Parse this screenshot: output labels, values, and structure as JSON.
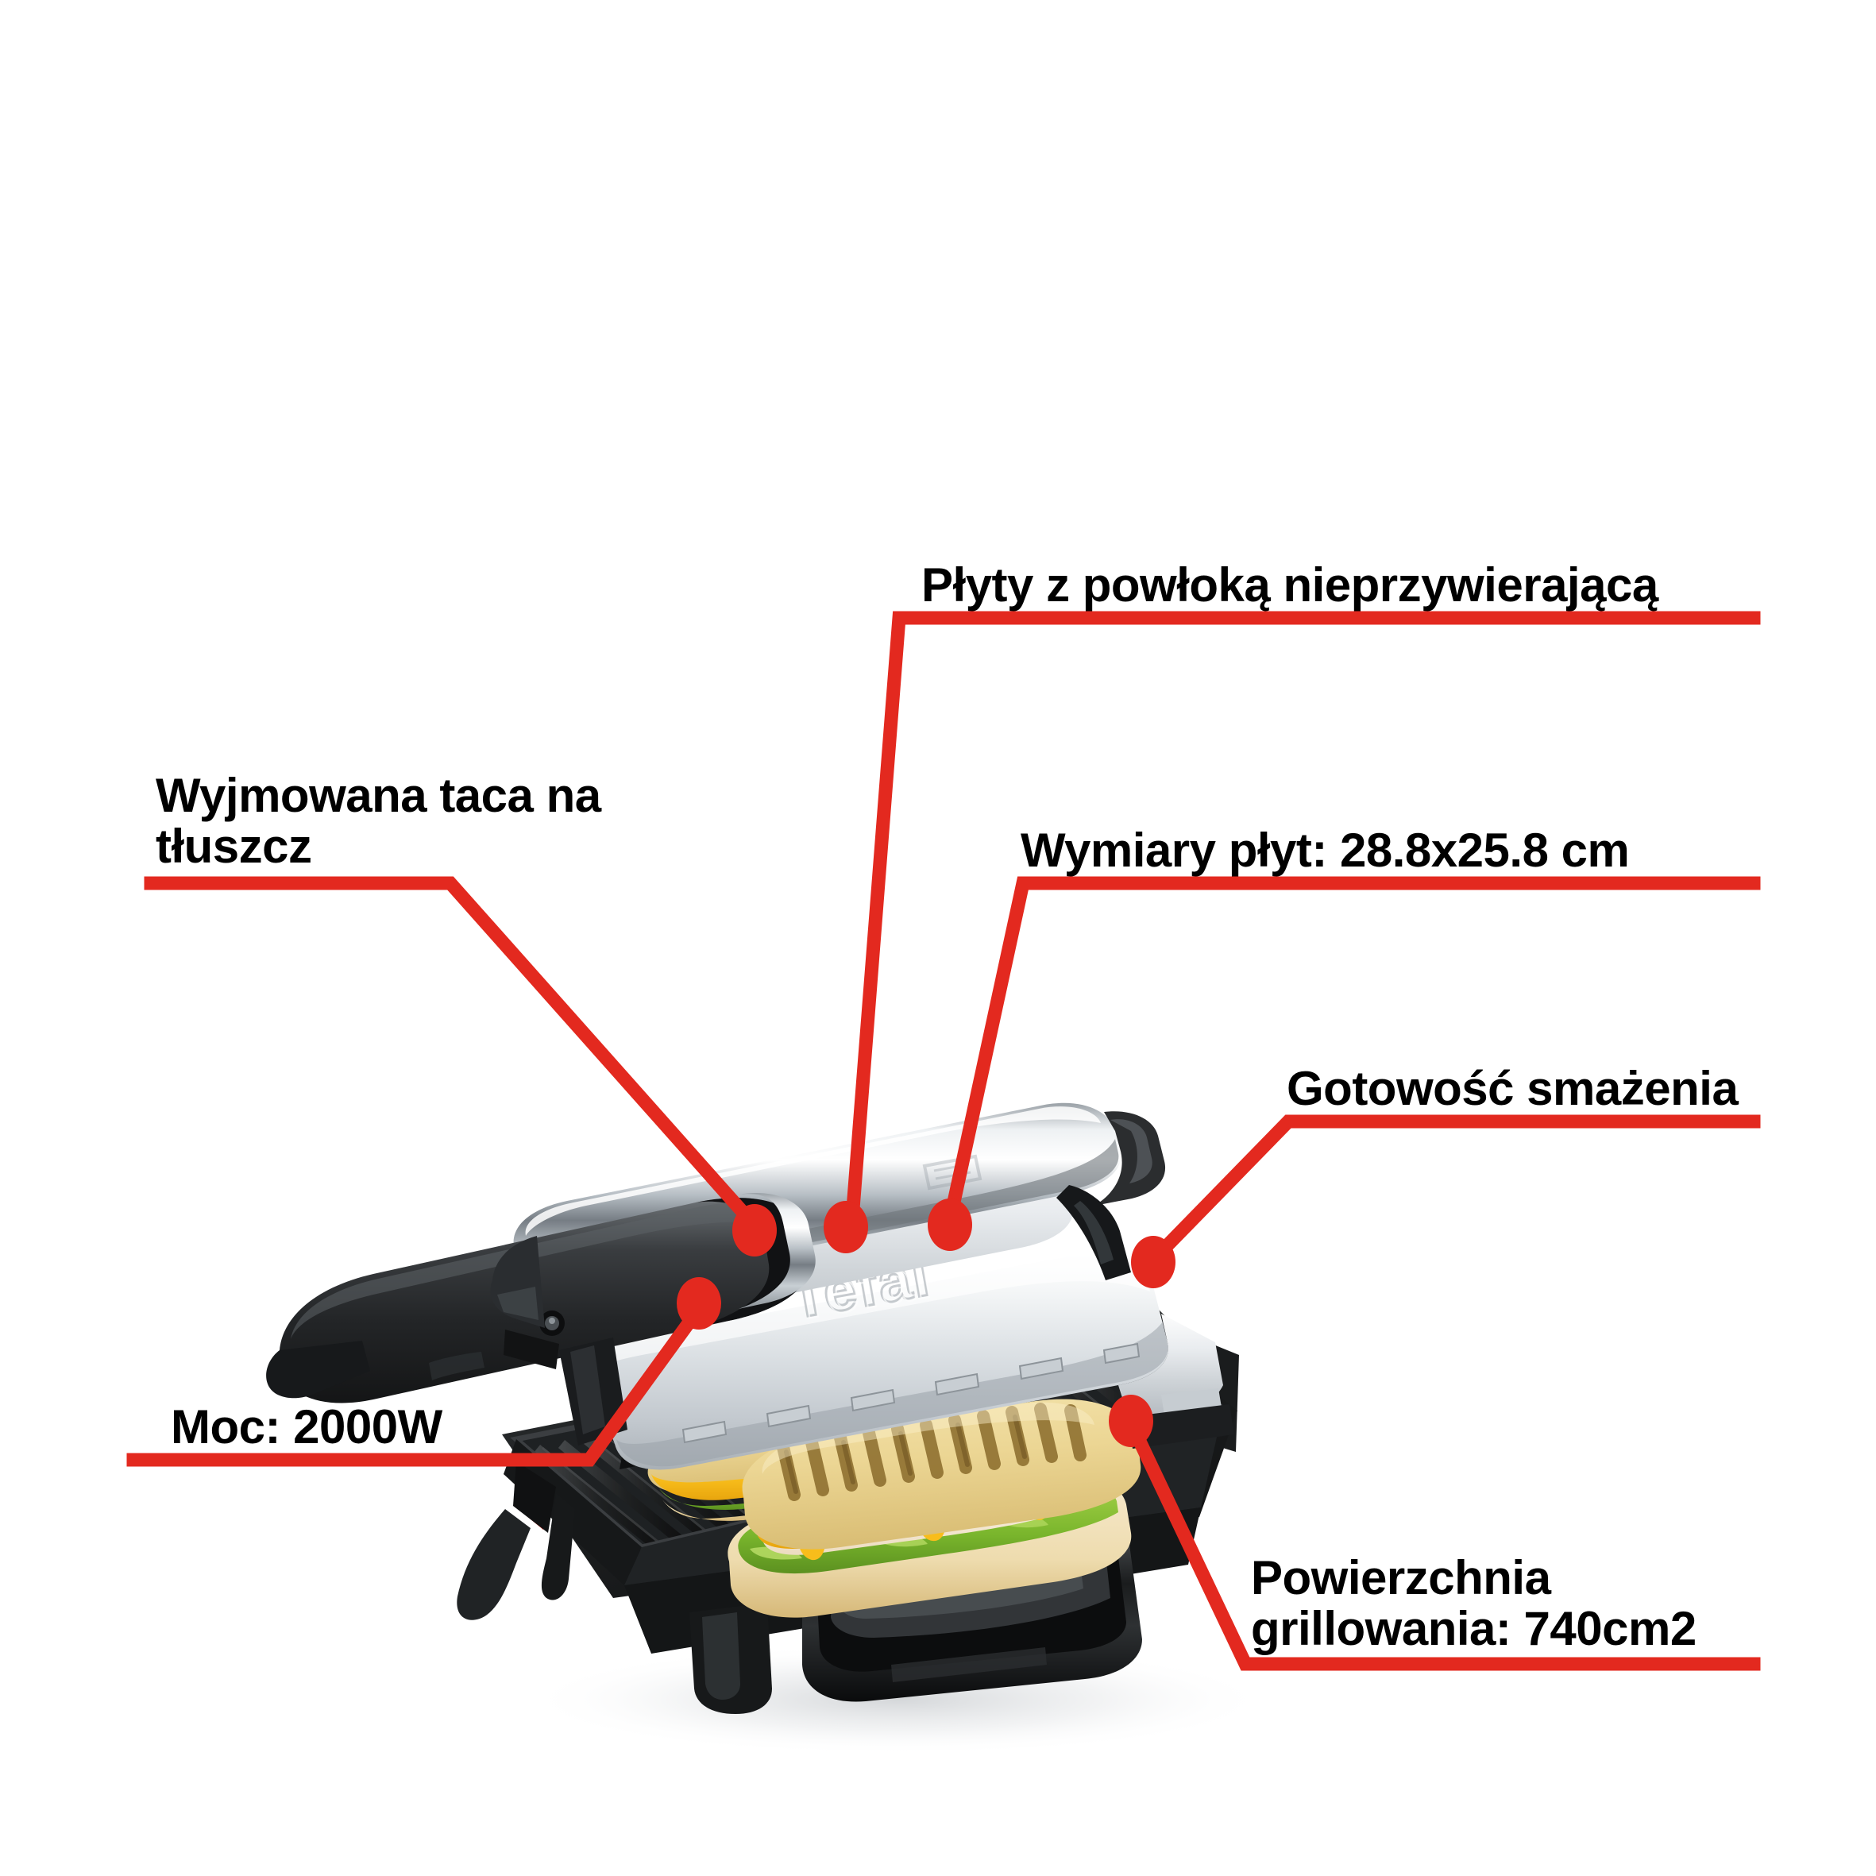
{
  "graphic": {
    "kind": "product-annotation-infographic",
    "product_brand": "Tefal",
    "product_type": "contact grill / panini press",
    "background_color": "#FFFFFF",
    "accent_color": "#E3291F",
    "text_color": "#000000"
  },
  "callouts": [
    {
      "id": "non-stick-plates",
      "text": "Płyty z powłoką nieprzywierającą",
      "position": "top-center-right",
      "underline_color": "#E3291F"
    },
    {
      "id": "removable-drip-tray",
      "text": "Wyjmowana taca na\ntłuszcz",
      "line1": "Wyjmowana taca na",
      "line2": "tłuszcz",
      "position": "left-upper",
      "underline_color": "#E3291F"
    },
    {
      "id": "plate-dimensions",
      "text": "Wymiary płyt: 28.8x25.8 cm",
      "position": "right-upper",
      "underline_color": "#E3291F"
    },
    {
      "id": "frying-ready-indicator",
      "text": "Gotowość smażenia",
      "position": "right-middle",
      "underline_color": "#E3291F"
    },
    {
      "id": "power",
      "text": "Moc: 2000W",
      "position": "left-lower",
      "underline_color": "#E3291F"
    },
    {
      "id": "grilling-surface",
      "text": "Powierzchnia\ngrillowania: 740cm2",
      "line1": "Powierzchnia",
      "line2": "grillowania: 740cm2",
      "position": "bottom-right",
      "underline_color": "#E3291F"
    }
  ],
  "specs": {
    "power_w": "2000W",
    "plate_dimensions_cm": "28.8x25.8 cm",
    "grilling_surface_cm2": "740cm2"
  },
  "product_logo_text": "Tefal"
}
